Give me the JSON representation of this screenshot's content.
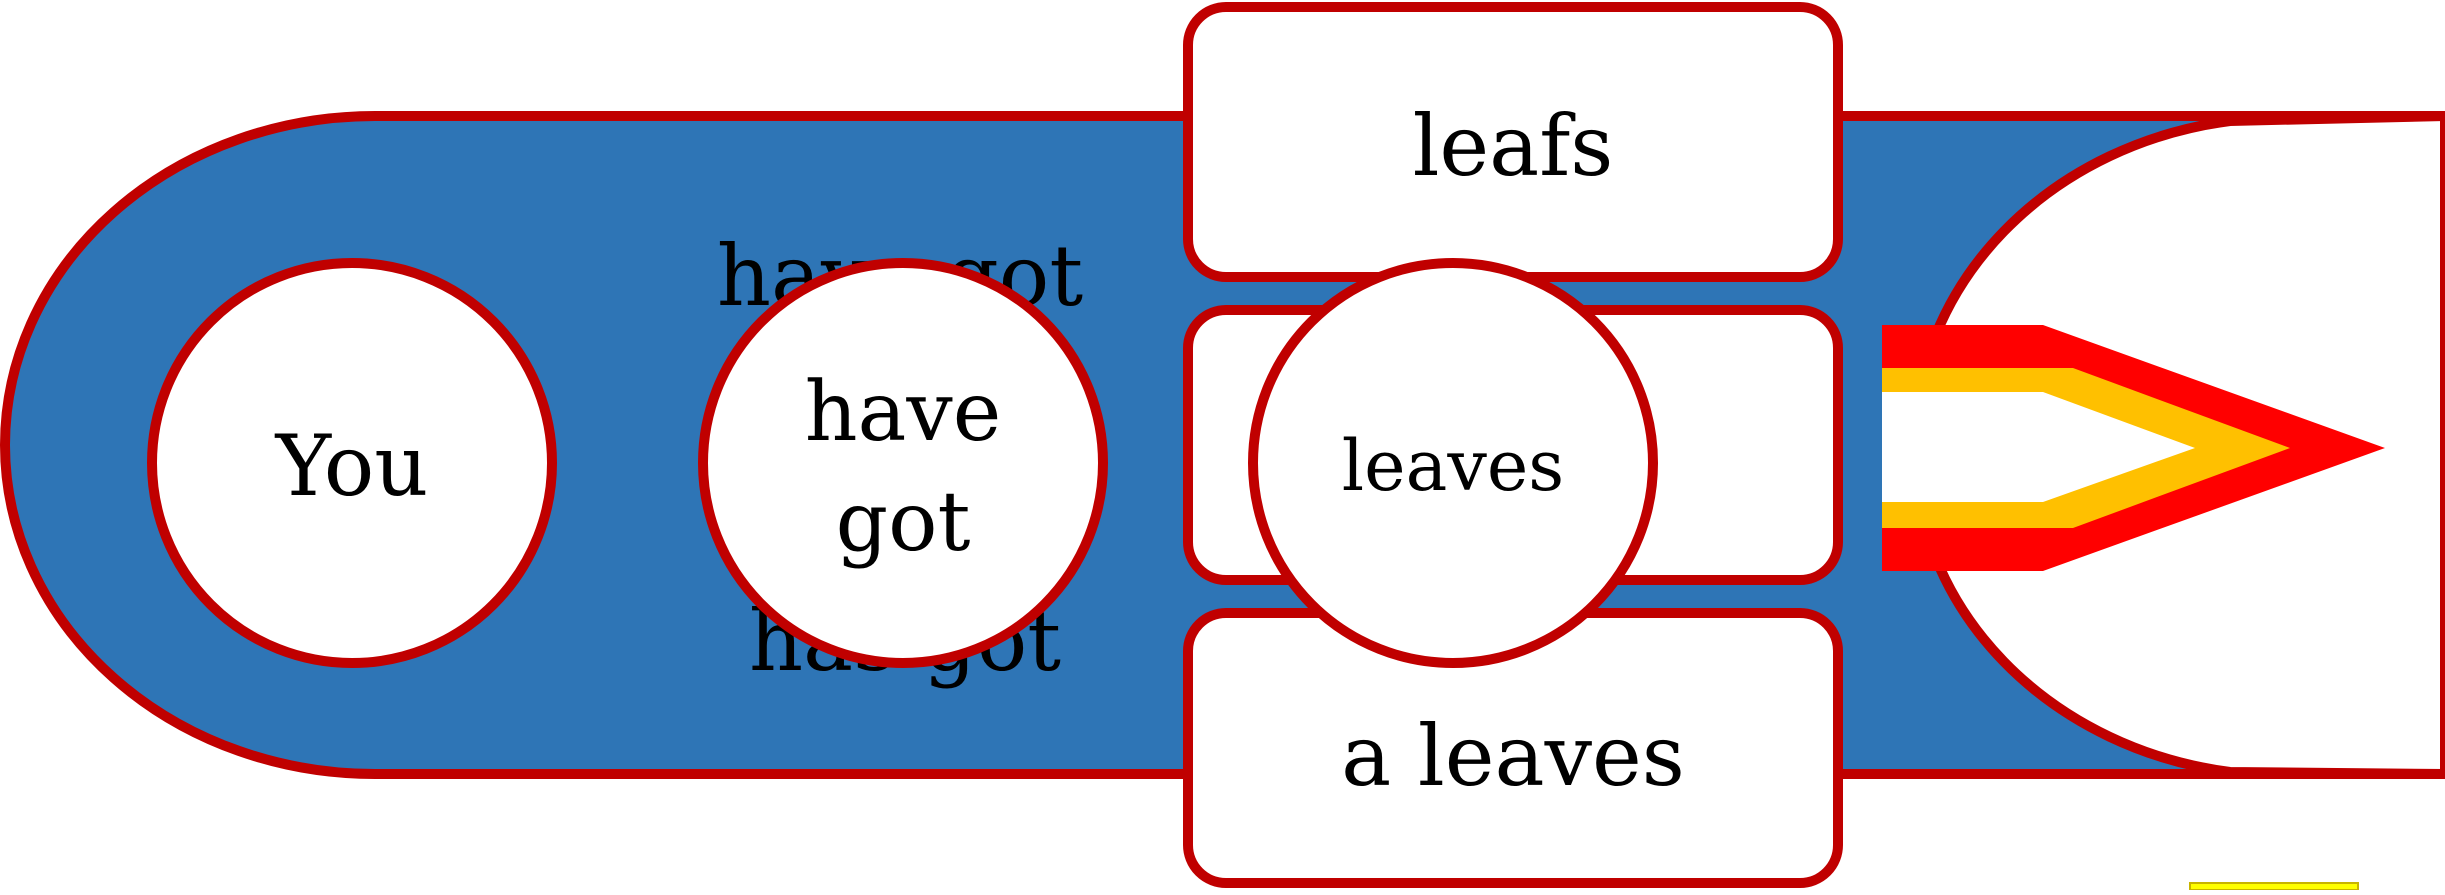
{
  "colors": {
    "track_fill": "#2E75B6",
    "outline": "#C00000",
    "card_fill": "#FFFFFF",
    "arrow_outer": "#FF0000",
    "arrow_inner": "#FFC000",
    "corner_mark": "#FFFF00"
  },
  "track": {
    "subject": "You",
    "verb_option_top": "have got",
    "verb_option_bottom": "has got",
    "verb_selected_line1": "have",
    "verb_selected_line2": "got",
    "noun_option_top": "leafs",
    "noun_option_bottom": "a leaves",
    "noun_selected": "leaves"
  },
  "icons": {
    "pointer": "arrow-right-icon"
  }
}
